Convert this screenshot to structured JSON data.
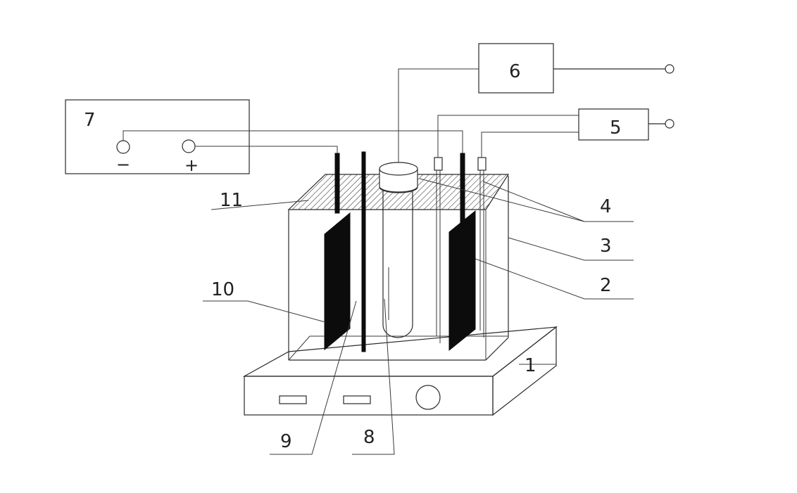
{
  "labels": {
    "l1": "1",
    "l2": "2",
    "l3": "3",
    "l4": "4",
    "l5": "5",
    "l6": "6",
    "l7": "7",
    "l8": "8",
    "l9": "9",
    "l10": "10",
    "l11": "11"
  },
  "terminals": {
    "negative": "−",
    "positive": "+"
  }
}
